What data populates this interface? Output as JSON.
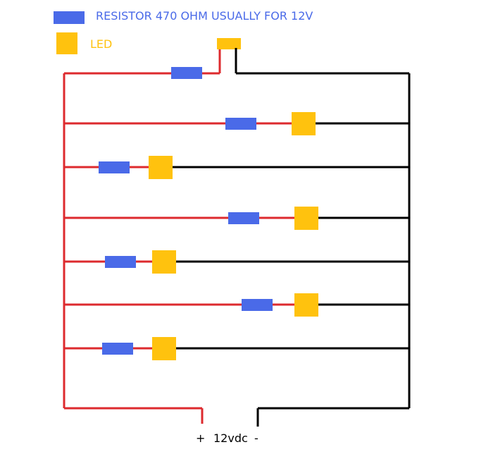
{
  "colors": {
    "resistor": "#4a6ae8",
    "led": "#ffc20e",
    "positive_wire": "#dd2a2e",
    "negative_wire": "#000000",
    "resistor_text": "#4a6ae8",
    "led_text": "#ffc20e"
  },
  "legend": {
    "resistor_label": "RESISTOR 470 OHM USUALLY FOR 12V",
    "led_label": "LED"
  },
  "supply": {
    "plus": "+",
    "label": "12vdc",
    "minus": "-"
  },
  "branches": [
    {
      "name": "branch-1",
      "resistor_position": "right",
      "count_resistors": 1,
      "count_leds": 1
    },
    {
      "name": "branch-2",
      "resistor_position": "left",
      "count_resistors": 1,
      "count_leds": 1
    },
    {
      "name": "branch-3",
      "resistor_position": "right",
      "count_resistors": 1,
      "count_leds": 1
    },
    {
      "name": "branch-4",
      "resistor_position": "left",
      "count_resistors": 1,
      "count_leds": 1
    },
    {
      "name": "branch-5",
      "resistor_position": "right",
      "count_resistors": 1,
      "count_leds": 1
    },
    {
      "name": "branch-6",
      "resistor_position": "left",
      "count_resistors": 1,
      "count_leds": 1
    }
  ],
  "top_branch": {
    "name": "top-branch",
    "count_resistors": 1,
    "count_leds": 1
  }
}
